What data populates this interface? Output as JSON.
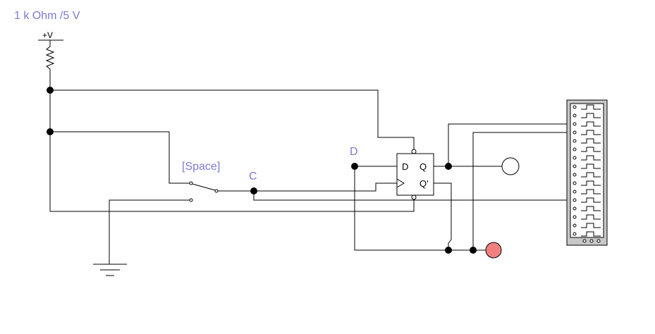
{
  "header_label": "1 k Ohm /5 V",
  "supply_label": "+V",
  "switch_key_label": "[Space]",
  "node_c_label": "C",
  "node_d_label": "D",
  "flipflop": {
    "pin_d": "D",
    "pin_q": "Q",
    "pin_qbar": "Q'"
  },
  "colors": {
    "label_color": "#7b7bd6",
    "probe_off": "#ffffff",
    "probe_on": "#f08080",
    "analyzer_body": "#c8c8c8"
  },
  "components": {
    "resistor": "pull-up-resistor",
    "switch": "spdt-switch",
    "flipflop": "d-flip-flop",
    "probe_q": "logic-probe-q",
    "probe_qbar": "logic-probe-qbar",
    "ground": "ground",
    "analyzer": "logic-analyzer"
  },
  "probe_states": {
    "q": "off",
    "qbar": "on"
  }
}
